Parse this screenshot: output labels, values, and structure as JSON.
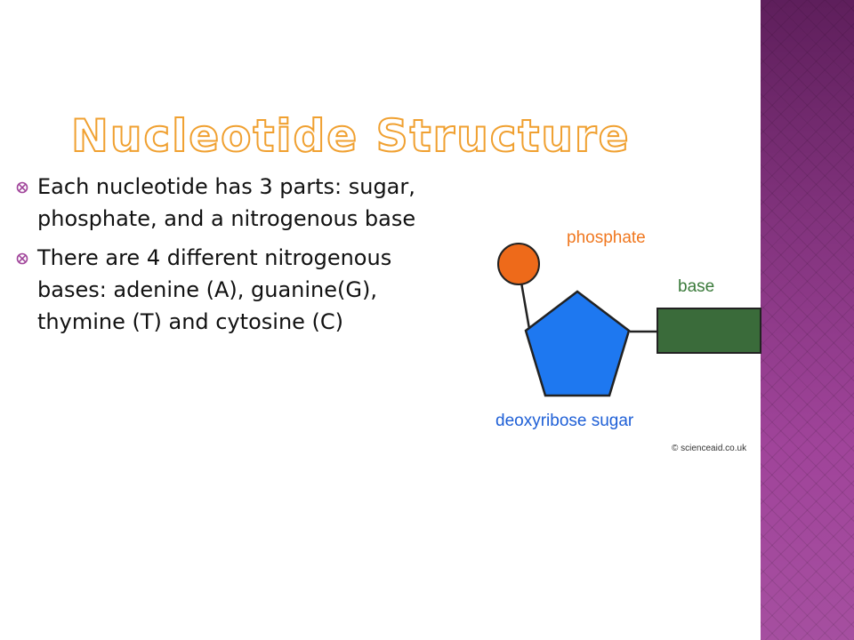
{
  "slide": {
    "title": "Nucleotide Structure",
    "bullets": [
      "Each nucleotide has 3 parts: sugar, phosphate, and a nitrogenous base",
      "There are 4 different nitrogenous bases: adenine (A), guanine(G), thymine (T) and cytosine (C)"
    ]
  },
  "diagram": {
    "labels": {
      "phosphate": "phosphate",
      "base": "base",
      "sugar": "deoxyribose sugar",
      "credit": "© scienceaid.co.uk"
    },
    "colors": {
      "phosphate": "#ee6a1a",
      "sugar": "#1e78f0",
      "base": "#3a6b3a",
      "label_orange": "#f07820",
      "label_green": "#3a7a3a",
      "label_blue": "#1e5fd6",
      "title_outline": "#f0a030",
      "side_band": "#a0449a"
    }
  }
}
